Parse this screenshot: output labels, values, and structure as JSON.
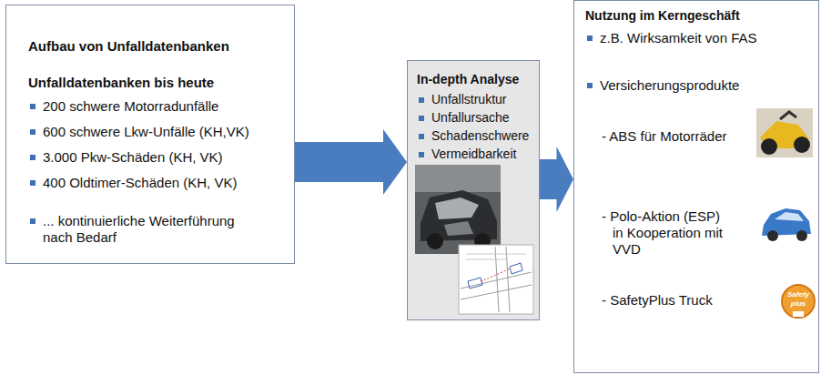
{
  "diagram": {
    "nodes": [
      {
        "text": [
          "Aufbau von Unfalldatenbanken",
          "Unfalldatenbanken bis heute",
          "200 schwere Motorradunfälle",
          "600 schwere Lkw-Unfälle (KH,VK)",
          "3.000 Pkw-Schäden (KH, VK)",
          "400 Oldtimer-Schäden (KH, VK)",
          "... kontinuierliche Weiterführung nach Bedarf"
        ]
      },
      {
        "text": [
          "In-depth Analyse",
          "Unfallstruktur",
          "Unfallursache",
          "Schadenschwere",
          "Vermeidbarkeit"
        ]
      },
      {
        "text": [
          "Nutzung im Kerngeschäft",
          "z.B. Wirksamkeit von FAS",
          "Versicherungsprodukte",
          "- ABS für Motorräder",
          "- Polo-Aktion (ESP) in Kooperation mit VVD",
          "- SafetyPlus Truck"
        ]
      }
    ],
    "edges": [
      {
        "from": 0,
        "to": 1,
        "arrow": "to"
      },
      {
        "from": 1,
        "to": 2,
        "arrow": "to"
      }
    ],
    "labels": [
      "Safety",
      "plus"
    ]
  }
}
